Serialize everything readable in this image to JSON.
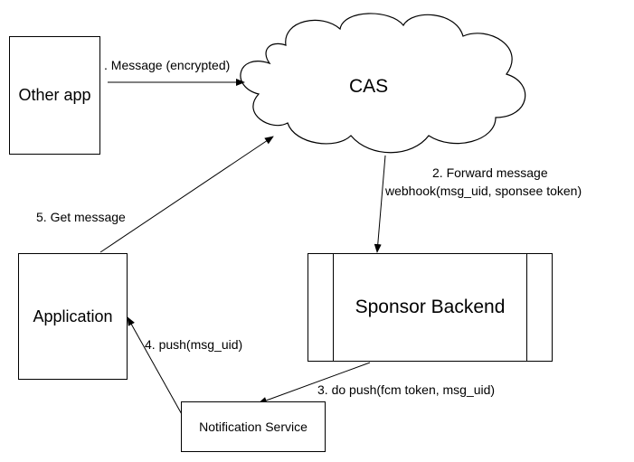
{
  "nodes": {
    "other_app": "Other app",
    "cas": "CAS",
    "sponsor_backend": "Sponsor Backend",
    "application": "Application",
    "notification_service": "Notification Service"
  },
  "edges": {
    "message_encrypted": ". Message (encrypted)",
    "forward_message_line1": "2. Forward message",
    "forward_message_line2": "webhook(msg_uid, sponsee token)",
    "do_push": "3. do push(fcm token, msg_uid)",
    "push": "4. push(msg_uid)",
    "get_message": "5. Get message"
  },
  "colors": {
    "stroke": "#000000",
    "fill": "#ffffff"
  }
}
